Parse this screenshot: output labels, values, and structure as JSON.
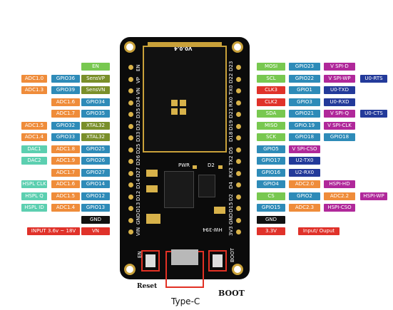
{
  "board": {
    "version": "V0.0.4",
    "pwr": "PWR",
    "d2": "D2",
    "model": "HW-394",
    "en_btn": "EN",
    "boot_btn": "BOOT",
    "left_pins": [
      "EN",
      "VP",
      "VN",
      "D34",
      "D35",
      "D32",
      "D33",
      "D25",
      "D26",
      "D27",
      "D14",
      "D12",
      "D13",
      "GND",
      "VIN"
    ],
    "right_pins": [
      "D23",
      "D22",
      "TX0",
      "RX0",
      "D21",
      "D19",
      "D18",
      "D5",
      "TX2",
      "RX2",
      "D4",
      "D2",
      "D15",
      "GND",
      "3V3"
    ]
  },
  "captions": {
    "reset": "Reset",
    "typec": "Type-C",
    "boot": "BOOT"
  },
  "left_labels": [
    {
      "cells": [
        {
          "t": "EN",
          "c": "green"
        }
      ]
    },
    {
      "cells": [
        {
          "t": "ADC1.0",
          "c": "orange"
        },
        {
          "t": "GPIO36",
          "c": "blue"
        },
        {
          "t": "SensVP",
          "c": "olive"
        }
      ]
    },
    {
      "cells": [
        {
          "t": "ADC1.3",
          "c": "orange"
        },
        {
          "t": "GPIO39",
          "c": "blue"
        },
        {
          "t": "SensVN",
          "c": "olive"
        }
      ]
    },
    {
      "cells": [
        {
          "t": "ADC1.6",
          "c": "orange"
        },
        {
          "t": "GPIO34",
          "c": "blue"
        }
      ]
    },
    {
      "cells": [
        {
          "t": "ADC1.7",
          "c": "orange"
        },
        {
          "t": "GPIO35",
          "c": "blue"
        }
      ]
    },
    {
      "cells": [
        {
          "t": "ADC1.5",
          "c": "orange"
        },
        {
          "t": "GPIO32",
          "c": "blue"
        },
        {
          "t": "XTAL32",
          "c": "olive"
        }
      ]
    },
    {
      "cells": [
        {
          "t": "ADC1.4",
          "c": "orange"
        },
        {
          "t": "GPIO33",
          "c": "blue"
        },
        {
          "t": "XTAL32",
          "c": "olive"
        }
      ]
    },
    {
      "cells": [
        {
          "t": "DAC1",
          "c": "teal"
        },
        {
          "t": "ADC1.8",
          "c": "orange"
        },
        {
          "t": "GPIO25",
          "c": "blue"
        }
      ]
    },
    {
      "cells": [
        {
          "t": "DAC2",
          "c": "teal"
        },
        {
          "t": "ADC1.9",
          "c": "orange"
        },
        {
          "t": "GPIO26",
          "c": "blue"
        }
      ]
    },
    {
      "cells": [
        {
          "t": "ADC1.7",
          "c": "orange"
        },
        {
          "t": "GPIO27",
          "c": "blue"
        }
      ]
    },
    {
      "cells": [
        {
          "t": "HSPL CLK",
          "c": "teal"
        },
        {
          "t": "ADC1.6",
          "c": "orange"
        },
        {
          "t": "GPIO14",
          "c": "blue"
        }
      ]
    },
    {
      "cells": [
        {
          "t": "HSPL Q",
          "c": "teal"
        },
        {
          "t": "ADC1.5",
          "c": "orange"
        },
        {
          "t": "GPIO12",
          "c": "blue"
        }
      ]
    },
    {
      "cells": [
        {
          "t": "HSPL ID",
          "c": "teal"
        },
        {
          "t": "ADC1.4",
          "c": "orange"
        },
        {
          "t": "GPIO13",
          "c": "blue"
        }
      ]
    },
    {
      "cells": [
        {
          "t": "GND",
          "c": "black"
        }
      ]
    },
    {
      "cells": [
        {
          "t": "INPUT  3.6v ~ 18V",
          "c": "red"
        },
        {
          "t": "VN",
          "c": "red"
        }
      ]
    }
  ],
  "right_labels": [
    {
      "cells": [
        {
          "t": "MOSI",
          "c": "green"
        },
        {
          "t": "GPIO23",
          "c": "blue"
        },
        {
          "t": "V SPI-D",
          "c": "purple"
        }
      ]
    },
    {
      "cells": [
        {
          "t": "SCL",
          "c": "green"
        },
        {
          "t": "GPIO22",
          "c": "blue"
        },
        {
          "t": "V SPI-WP",
          "c": "purple"
        },
        {
          "t": "U0-RTS",
          "c": "navy"
        }
      ]
    },
    {
      "cells": [
        {
          "t": "CLK3",
          "c": "red"
        },
        {
          "t": "GPIO1",
          "c": "blue"
        },
        {
          "t": "U0-TXD",
          "c": "navy"
        }
      ]
    },
    {
      "cells": [
        {
          "t": "CLK2",
          "c": "red"
        },
        {
          "t": "GPIO3",
          "c": "blue"
        },
        {
          "t": "U0-RXD",
          "c": "navy"
        }
      ]
    },
    {
      "cells": [
        {
          "t": "SDA",
          "c": "green"
        },
        {
          "t": "GPIO21",
          "c": "blue"
        },
        {
          "t": "V SPI-Q",
          "c": "purple"
        },
        {
          "t": "U0-CTS",
          "c": "navy"
        }
      ]
    },
    {
      "cells": [
        {
          "t": "MISO",
          "c": "green"
        },
        {
          "t": "GPIO.19",
          "c": "blue"
        },
        {
          "t": "V SPI-CLK",
          "c": "purple"
        }
      ]
    },
    {
      "cells": [
        {
          "t": "SCK",
          "c": "green"
        },
        {
          "t": "GPIO18",
          "c": "blue"
        },
        {
          "t": "GPIO18",
          "c": "blue"
        }
      ]
    },
    {
      "cells": [
        {
          "t": "GPIO5",
          "c": "blue"
        },
        {
          "t": "V SPI-CSO",
          "c": "purple"
        }
      ]
    },
    {
      "cells": [
        {
          "t": "GPIO17",
          "c": "blue"
        },
        {
          "t": "U2-TX0",
          "c": "navy"
        }
      ]
    },
    {
      "cells": [
        {
          "t": "GPIO16",
          "c": "blue"
        },
        {
          "t": "U2-RX0",
          "c": "navy"
        }
      ]
    },
    {
      "cells": [
        {
          "t": "GPIO4",
          "c": "blue"
        },
        {
          "t": "ADC2.0",
          "c": "orange"
        },
        {
          "t": "HSPI-HD",
          "c": "purple"
        }
      ]
    },
    {
      "cells": [
        {
          "t": "CS",
          "c": "green"
        },
        {
          "t": "GPIO2",
          "c": "blue"
        },
        {
          "t": "ADC2.2",
          "c": "orange"
        },
        {
          "t": "HSPI-WP",
          "c": "purple"
        }
      ]
    },
    {
      "cells": [
        {
          "t": "GPIO15",
          "c": "blue"
        },
        {
          "t": "ADC2.3",
          "c": "orange"
        },
        {
          "t": "HSPI-CSO",
          "c": "purple"
        }
      ]
    },
    {
      "cells": [
        {
          "t": "GND",
          "c": "black"
        }
      ]
    },
    {
      "cells": [
        {
          "t": "3.3V",
          "c": "red"
        },
        {
          "t": "Input/ Ouput",
          "c": "red"
        }
      ]
    }
  ],
  "colors": {
    "green": "#78c850",
    "orange": "#ef8c3a",
    "blue": "#2e8bb8",
    "olive": "#7a8f2a",
    "teal": "#5ccfb0",
    "black": "#111111",
    "red": "#e0322a",
    "purple": "#b0289a",
    "navy": "#233a9a",
    "gold": "#c9a13a",
    "highlight": "#e23124"
  }
}
